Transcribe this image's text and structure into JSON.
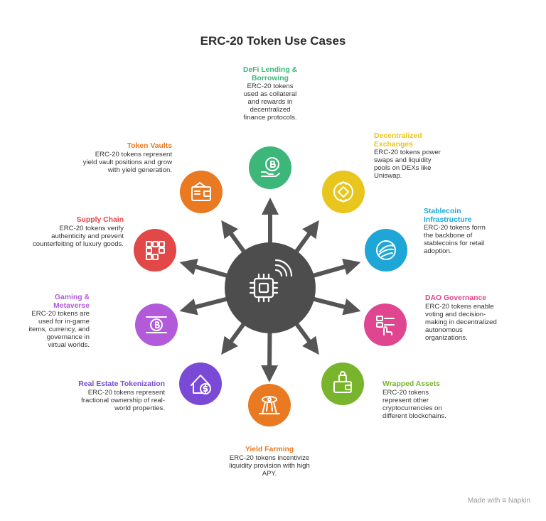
{
  "title": "ERC-20 Token Use Cases",
  "credit": "Made with ≡ Napkin",
  "items": [
    {
      "key": "defi",
      "title": "DeFi Lending & Borrowing",
      "desc": "ERC-20 tokens used as collateral and rewards in decentralized finance protocols.",
      "color": "#3db67a",
      "icon": "coin-hand-icon"
    },
    {
      "key": "dex",
      "title": "Decentralized Exchanges",
      "desc": "ERC-20 tokens power swaps and liquidity pools on DEXs like Uniswap.",
      "color": "#e9c61e",
      "icon": "exchange-icon"
    },
    {
      "key": "stable",
      "title": "Stablecoin Infrastructure",
      "desc": "ERC-20 tokens form the backbone of stablecoins for retail adoption.",
      "color": "#1ea6d6",
      "icon": "stablecoin-icon"
    },
    {
      "key": "dao",
      "title": "DAO Governance",
      "desc": "ERC-20 tokens enable voting and decision-making in decentralized autonomous organizations.",
      "color": "#e0458f",
      "icon": "voting-icon"
    },
    {
      "key": "wrapped",
      "title": "Wrapped Assets",
      "desc": "ERC-20 tokens represent other cryptocurrencies on different blockchains.",
      "color": "#78b52d",
      "icon": "wallet-lock-icon"
    },
    {
      "key": "yield",
      "title": "Yield Farming",
      "desc": "ERC-20 tokens incentivize liquidity provision with high APY.",
      "color": "#ea7a22",
      "icon": "growth-icon"
    },
    {
      "key": "realestate",
      "title": "Real Estate Tokenization",
      "desc": "ERC-20 tokens represent fractional ownership of real-world properties.",
      "color": "#7a4ad6",
      "icon": "house-dollar-icon"
    },
    {
      "key": "gaming",
      "title": "Gaming & Metaverse",
      "desc": "ERC-20 tokens are used for in-game items, currency, and governance in virtual worlds.",
      "color": "#b25ad9",
      "icon": "game-coin-icon"
    },
    {
      "key": "supply",
      "title": "Supply Chain",
      "desc": "ERC-20 tokens verify authenticity and prevent counterfeiting of luxury goods.",
      "color": "#e24848",
      "icon": "blocks-icon"
    },
    {
      "key": "vault",
      "title": "Token Vaults",
      "desc": "ERC-20 tokens represent yield vault positions and grow with yield generation.",
      "color": "#ea7a22",
      "icon": "vault-wallet-icon"
    }
  ]
}
